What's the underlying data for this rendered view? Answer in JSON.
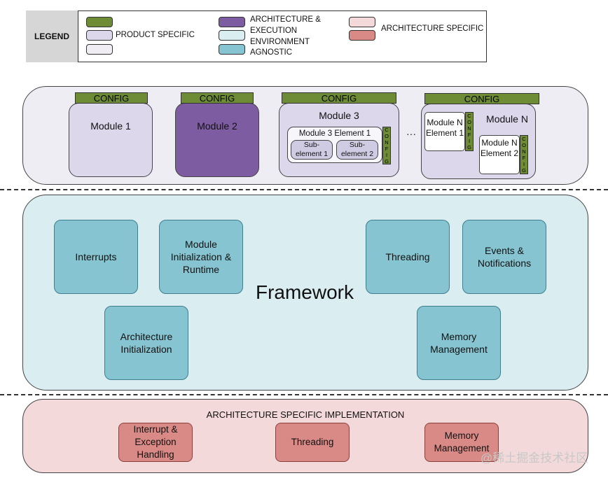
{
  "colors": {
    "config_green": "#6e8c35",
    "product_specific": "#dcd7ea",
    "arch_exec": "#7e5ca1",
    "env_agnostic": "#daedf1",
    "env_agnostic_blue": "#85c4d0",
    "arch_specific_light": "#f4d9da",
    "arch_specific_dark": "#d98a86"
  },
  "legend": {
    "label": "LEGEND",
    "product_specific": "PRODUCT SPECIFIC",
    "arch_exec_line1": "ARCHITECTURE &",
    "arch_exec_line2": "EXECUTION",
    "env_line1": "ENVIRONMENT",
    "env_line2": "AGNOSTIC",
    "arch_specific": "ARCHITECTURE SPECIFIC"
  },
  "modules": {
    "config_label": "CONFIG",
    "config_vertical": [
      "C",
      "O",
      "N",
      "F",
      "I",
      "G"
    ],
    "module1": "Module 1",
    "module2": "Module 2",
    "module3": "Module 3",
    "module3_element1": "Module 3 Element 1",
    "sub1_line1": "Sub-",
    "sub1_line2": "element 1",
    "sub2_line1": "Sub-",
    "sub2_line2": "element 2",
    "ellipsis": "···",
    "moduleN": "Module N",
    "moduleN_el1_line1": "Module N",
    "moduleN_el1_line2": "Element 1",
    "moduleN_el2_line1": "Module N",
    "moduleN_el2_line2": "Element 2"
  },
  "framework": {
    "title": "Framework",
    "interrupts": "Interrupts",
    "module_init_1": "Module",
    "module_init_2": "Initialization &",
    "module_init_3": "Runtime",
    "threading": "Threading",
    "events_1": "Events &",
    "events_2": "Notifications",
    "arch_init_1": "Architecture",
    "arch_init_2": "Initialization",
    "memory_1": "Memory",
    "memory_2": "Management"
  },
  "arch_impl": {
    "title": "ARCHITECTURE SPECIFIC IMPLEMENTATION",
    "interrupt_1": "Interrupt &",
    "interrupt_2": "Exception",
    "interrupt_3": "Handling",
    "threading": "Threading",
    "memory_1": "Memory",
    "memory_2": "Management"
  },
  "watermark": "@稀土掘金技术社区"
}
